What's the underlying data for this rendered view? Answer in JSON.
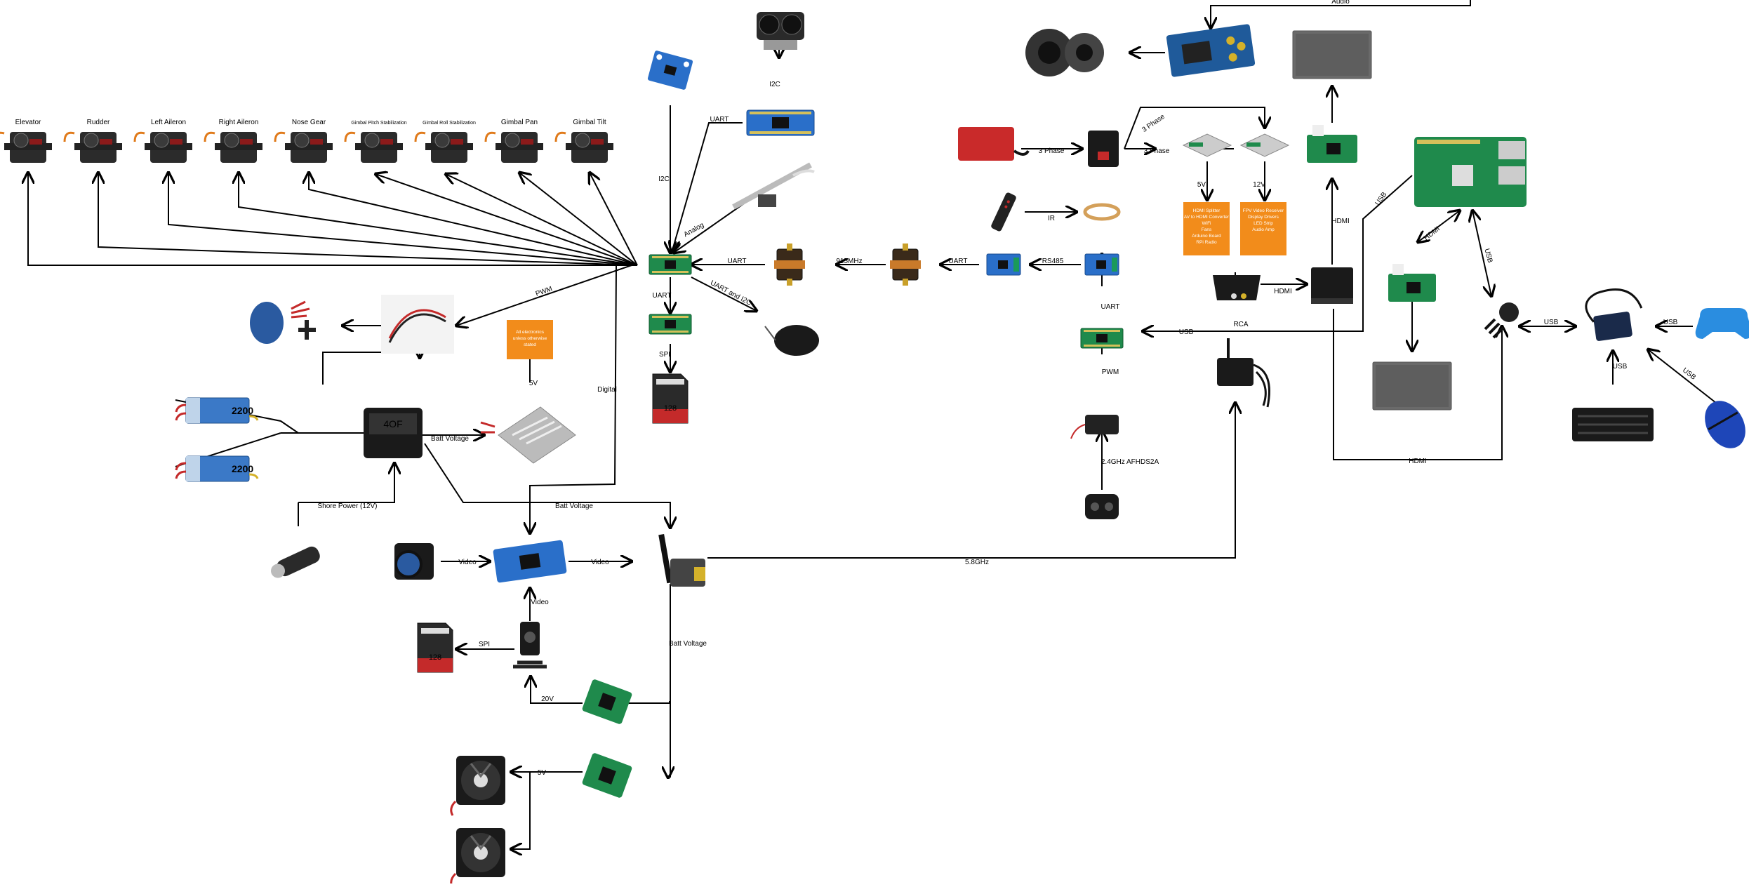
{
  "servos": {
    "elevator": "Elevator",
    "rudder": "Rudder",
    "left_aileron": "Left Aileron",
    "right_aileron": "Right Aileron",
    "nose_gear": "Nose Gear",
    "gimbal_pitch": "Gimbal Pitch Stabilization",
    "gimbal_roll": "Gimbal Roll Stabilization",
    "gimbal_pan": "Gimbal Pan",
    "gimbal_tilt": "Gimbal Tilt"
  },
  "links": {
    "uart_arduino": "UART",
    "i2c_lidar": "I2C",
    "i2c_imu": "I2C",
    "analog": "Analog",
    "uart_radio": "UART",
    "mhz915": "915MHz",
    "uart_radio2": "UART",
    "rs485": "RS485",
    "uart_down": "UART",
    "uart_i2c": "UART and I2C",
    "spi_sd": "SPI",
    "pwm_esc": "PWM",
    "v5": "5V",
    "digital": "Digital",
    "batt_voltage_buck": "Batt Voltage",
    "batt_voltage_vtx": "Batt Voltage",
    "shore_power": "Shore Power (12V)",
    "video_cam": "Video",
    "video_osd": "Video",
    "video_gimbal": "Video",
    "spi_gimbal": "SPI",
    "v20": "20V",
    "v5_fans": "5V",
    "batt_voltage_down": "Batt Voltage",
    "ghz58": "5.8GHz",
    "audio": "Audio",
    "three_phase_a": "3 Phase",
    "three_phase_b": "3 Phase",
    "three_phase_c": "3 Phase",
    "v5_psu": "5V",
    "v12_psu": "12V",
    "ir": "IR",
    "hdmi_up": "HDMI",
    "hdmi_conv": "HDMI",
    "rca": "RCA",
    "uart_rx": "UART",
    "pwm_rx": "PWM",
    "afhds": "2.4GHz AFHDS2A",
    "usb_teensy": "USB",
    "usb_pi": "USB",
    "hdmi_pi": "HDMI",
    "usb_pi2": "USB",
    "usb_hub": "USB",
    "usb_gamepad": "USB",
    "usb_keyboard": "USB",
    "usb_mouse": "USB",
    "hdmi_bottom": "HDMI"
  },
  "notes": {
    "all_electronics": "All electronics unless otherwise stated",
    "five_v_loads": "HDMI Splitter\nAV to HDMI Converter\nWiFi\nFans\nArduino Board\nRPi Radio",
    "twelve_v_loads": "FPV Video Receiver\nDisplay Drivers\nLED Strip\nAudio Amp"
  },
  "part_text": {
    "lipo_1": "2200",
    "lipo_2": "2200",
    "switch": "4OF",
    "sd_1": "128",
    "sd_2": "128"
  },
  "colors": {
    "line": "#000000",
    "orange_note": "#f28c1b",
    "pcb_green": "#1f8a4c",
    "pcb_blue": "#2a6fc9",
    "servo_body": "#2b2b2b",
    "lipo_blue": "#3b79c7",
    "gamepad": "#2a8de0",
    "mouse": "#1e46b8",
    "speaker": "#333333",
    "red_inverter": "#c92a2a",
    "display_gray": "#6a6a6a"
  },
  "icons": [
    "servo-icon",
    "motor-icon",
    "esc-icon",
    "lipo-battery-icon",
    "rocker-switch-icon",
    "dc-jack-icon",
    "buck-converter-icon",
    "fpv-camera-icon",
    "osd-board-icon",
    "video-transmitter-icon",
    "sd-card-icon",
    "gimbal-camera-icon",
    "regulator-icon",
    "fan-icon",
    "imu-icon",
    "lidar-icon",
    "arduino-nano-icon",
    "airspeed-sensor-icon",
    "teensy-icon",
    "radio-modem-icon",
    "gps-icon",
    "rs485-module-icon",
    "ir-remote-icon",
    "led-strip-icon",
    "inverter-icon",
    "power-inlet-icon",
    "psu-icon",
    "speaker-icon",
    "amplifier-icon",
    "display-icon",
    "display-driver-icon",
    "raspberry-pi-icon",
    "av-converter-icon",
    "hdmi-splitter-icon",
    "video-receiver-icon",
    "rc-receiver-icon",
    "rc-transmitter-icon",
    "usb-cable-icon",
    "usb-hub-icon",
    "gamepad-icon",
    "keyboard-icon",
    "mouse-icon"
  ]
}
